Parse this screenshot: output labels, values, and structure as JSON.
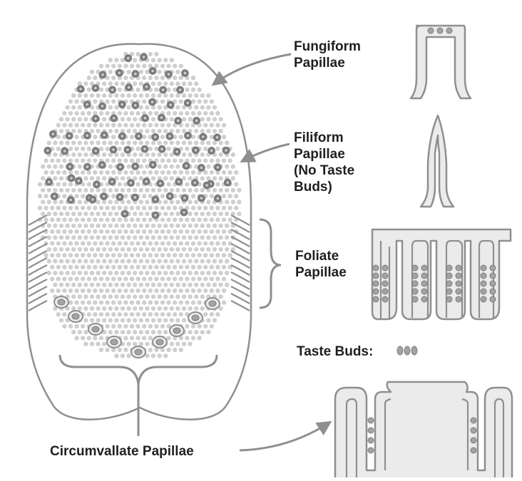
{
  "labels": {
    "fungiform": [
      "Fungiform",
      "Papillae"
    ],
    "filiform": [
      "Filiform",
      "Papillae",
      "(No Taste",
      "Buds)"
    ],
    "foliate": [
      "Foliate",
      "Papillae"
    ],
    "taste_buds": "Taste Buds:",
    "circumvallate": "Circumvallate Papillae"
  },
  "colors": {
    "outline": "#8f8f8f",
    "papilla_fill": "#ebebeb",
    "filiform_dot": "#cfcfcf",
    "fungiform_dot": "#7c7c7c",
    "taste_bud": "#a3a3a3",
    "text": "#1f1f1f"
  }
}
